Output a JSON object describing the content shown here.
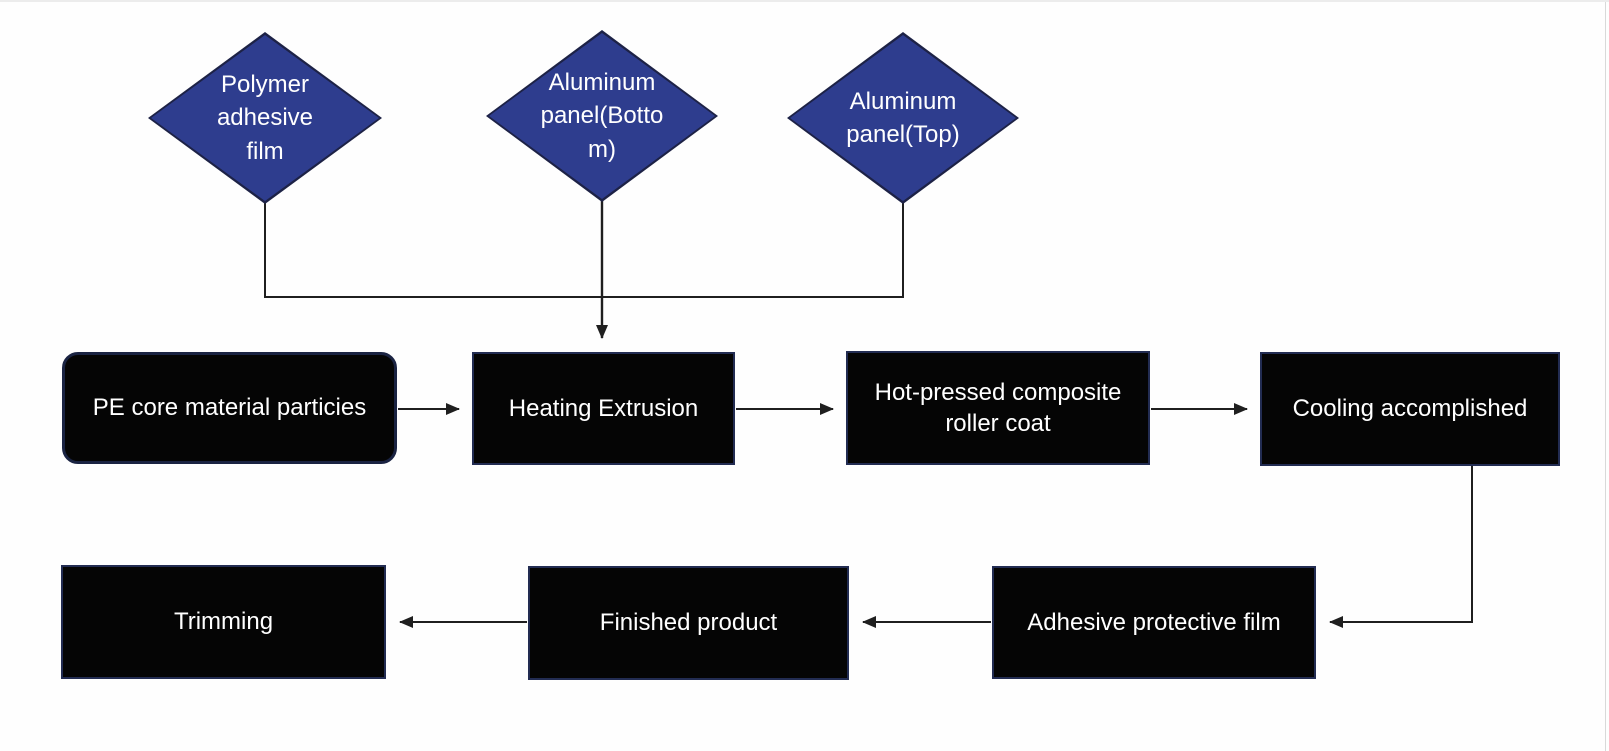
{
  "flowchart": {
    "diamonds": [
      {
        "id": "polymer-adhesive-film",
        "label": "Polymer\nadhesive\nfilm"
      },
      {
        "id": "aluminum-panel-bottom",
        "label": "Aluminum\npanel(Botto\nm)"
      },
      {
        "id": "aluminum-panel-top",
        "label": "Aluminum\npanel(Top)"
      }
    ],
    "boxes": [
      {
        "id": "pe-core-material-particies",
        "label": "PE core material particies"
      },
      {
        "id": "heating-extrusion",
        "label": "Heating Extrusion"
      },
      {
        "id": "hot-pressed-composite-roller-coat",
        "label": "Hot-pressed composite\nroller coat"
      },
      {
        "id": "cooling-accomplished",
        "label": "Cooling accomplished"
      },
      {
        "id": "trimming",
        "label": "Trimming"
      },
      {
        "id": "finished-product",
        "label": "Finished product"
      },
      {
        "id": "adhesive-protective-film",
        "label": "Adhesive protective film"
      }
    ],
    "edges": [
      {
        "from": "polymer-adhesive-film",
        "to": "heating-extrusion"
      },
      {
        "from": "aluminum-panel-bottom",
        "to": "heating-extrusion"
      },
      {
        "from": "aluminum-panel-top",
        "to": "heating-extrusion"
      },
      {
        "from": "pe-core-material-particies",
        "to": "heating-extrusion"
      },
      {
        "from": "heating-extrusion",
        "to": "hot-pressed-composite-roller-coat"
      },
      {
        "from": "hot-pressed-composite-roller-coat",
        "to": "cooling-accomplished"
      },
      {
        "from": "cooling-accomplished",
        "to": "adhesive-protective-film"
      },
      {
        "from": "adhesive-protective-film",
        "to": "finished-product"
      },
      {
        "from": "finished-product",
        "to": "trimming"
      }
    ]
  },
  "colors": {
    "diamond_fill": "#2e3d8e",
    "diamond_border": "#1d2246",
    "box_fill": "#050505",
    "box_border": "#222c52",
    "connector_line": "#1f1f1f",
    "text": "#ffffff",
    "background": "#fefefe"
  }
}
